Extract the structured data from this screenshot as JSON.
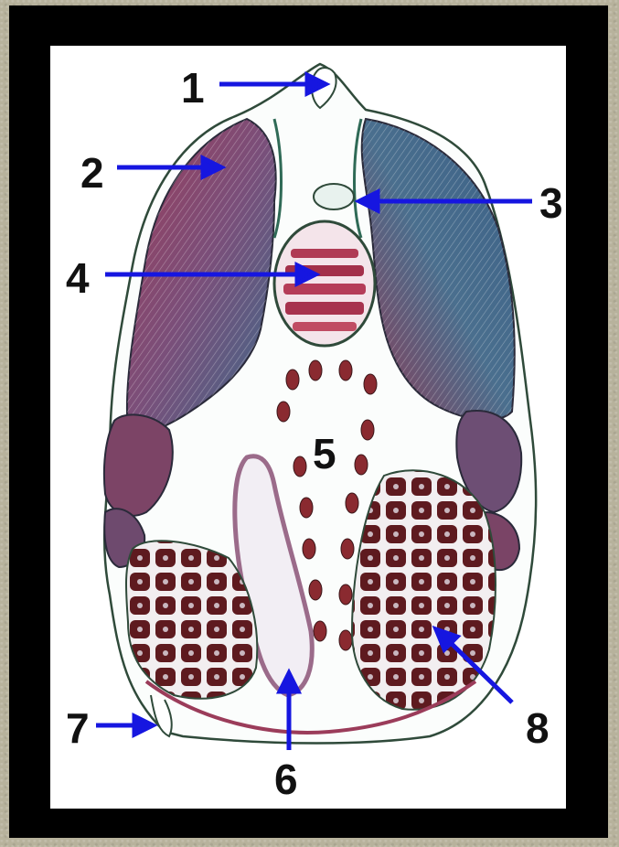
{
  "labels": [
    "1",
    "2",
    "3",
    "4",
    "5",
    "6",
    "7",
    "8"
  ],
  "colors": {
    "frame": "#000000",
    "background": "#b7b29c",
    "arrow": "#1616e0",
    "muscle_red": "#8c3a55",
    "muscle_blue": "#3a5f86",
    "gonad": "#5e1a1f",
    "outline": "#2f4a3a"
  }
}
